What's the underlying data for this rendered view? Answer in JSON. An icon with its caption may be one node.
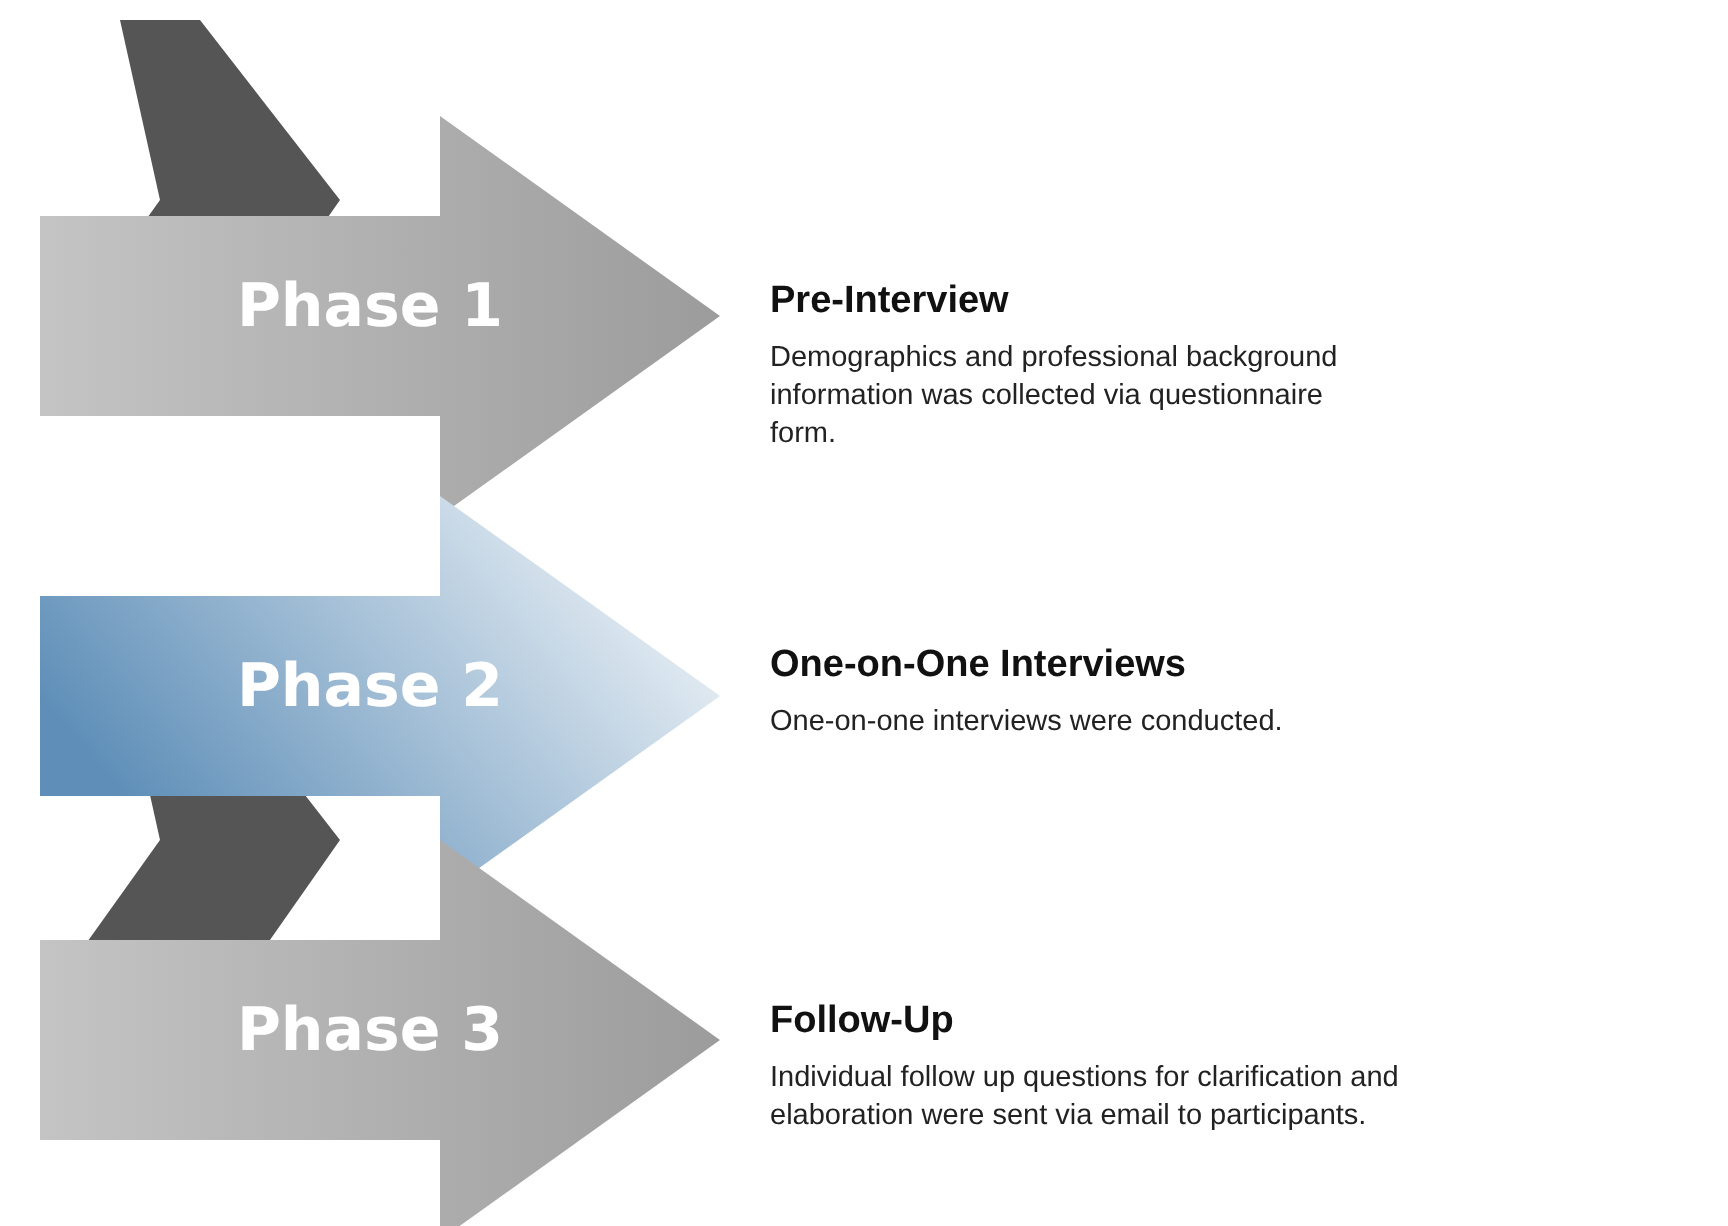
{
  "diagram": {
    "nodes": [
      {
        "text": [
          "Phase 1"
        ],
        "beside": [
          "Pre-Interview",
          "Demographics and professional background information was collected via questionnaire form."
        ]
      },
      {
        "text": [
          "Phase 2"
        ],
        "beside": [
          "One-on-One Interviews",
          "One-on-one interviews were conducted."
        ]
      },
      {
        "text": [
          "Phase 3"
        ],
        "beside": [
          "Follow-Up",
          "Individual follow up questions for clarification and elaboration were sent via email to participants."
        ]
      }
    ],
    "edges": []
  }
}
